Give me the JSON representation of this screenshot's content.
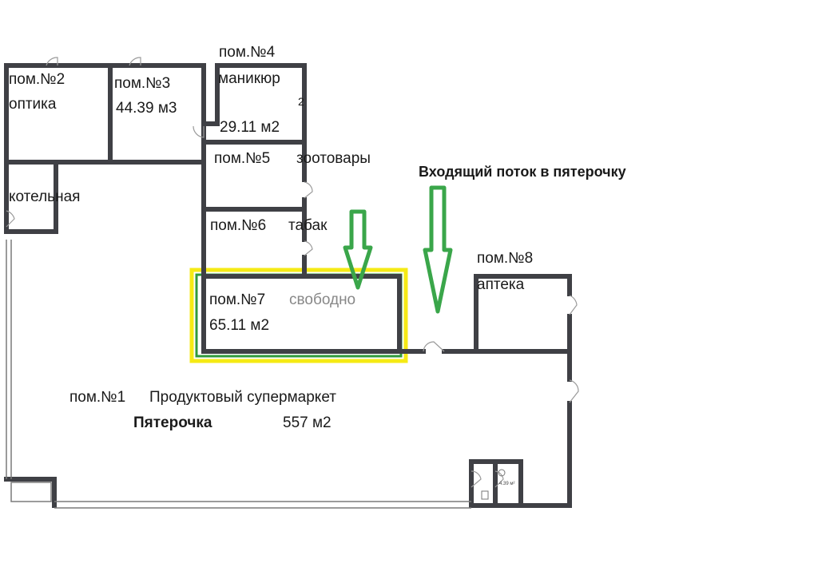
{
  "header": {
    "flow_caption": "Входящий поток в пятерочку"
  },
  "rooms": {
    "r2": {
      "name": "пом.№2",
      "use": "оптика"
    },
    "r3": {
      "name": "пом.№3",
      "area": "44.39 м3"
    },
    "r4": {
      "name": "пом.№4",
      "use": "маникюр",
      "extra": "2",
      "area": "29.11 м2"
    },
    "r5": {
      "name": "пом.№5",
      "use": "зоотовары"
    },
    "boiler": {
      "use": "котельная"
    },
    "r6": {
      "name": "пом.№6",
      "use": "табак"
    },
    "r7": {
      "name": "пом.№7",
      "status": "свободно",
      "area": "65.11 м2"
    },
    "r8": {
      "name": "пом.№8",
      "use": "аптека"
    },
    "r1": {
      "name": "пом.№1",
      "use": "Продуктовый супермаркет",
      "brand": "Пятерочка",
      "area": "557 м2"
    },
    "wc": {
      "area": "4.39 м²"
    }
  },
  "colors": {
    "wall": "#3f4045",
    "highlight": "#f5ea14",
    "inner_highlight": "#2f9a3a",
    "arrow": "#3aa64a"
  },
  "icons": {
    "door": "door-swing-icon",
    "flow": "down-arrow-icon"
  }
}
